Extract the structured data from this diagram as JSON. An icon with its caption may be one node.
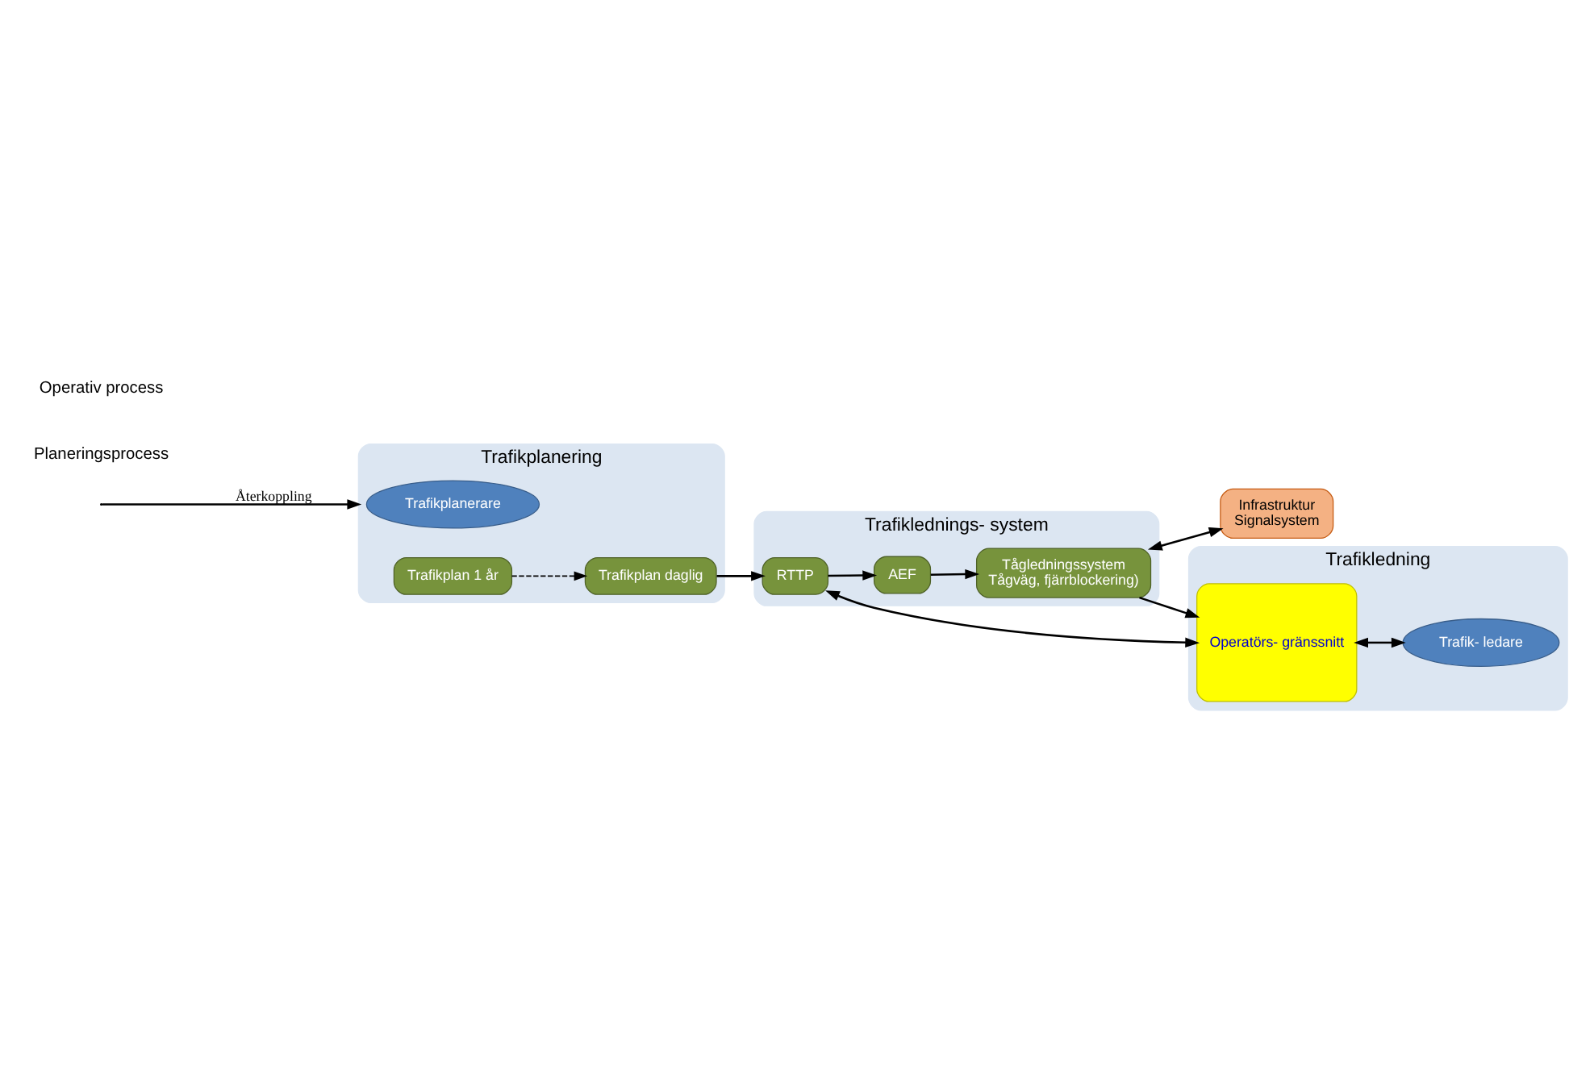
{
  "diagram": {
    "nodes": [
      {
        "text": [
          "Trafikplanering"
        ]
      },
      {
        "text": [
          "Trafikplanerare"
        ],
        "in": 0
      },
      {
        "text": [
          "Trafikplan 1 år"
        ],
        "in": 0
      },
      {
        "text": [
          "Trafikplan daglig"
        ],
        "in": 0
      },
      {
        "text": [
          "Infrastruktur",
          "Signalsystem"
        ]
      },
      {
        "text": [
          "Trafiklednings- system"
        ]
      },
      {
        "text": [
          "Tågledningssystem",
          "Tågväg, fjärrblockering)"
        ],
        "in": 5
      },
      {
        "text": [
          "AEF"
        ],
        "in": 5
      },
      {
        "text": [
          "RTTP"
        ],
        "in": 5
      },
      {
        "text": [
          "Trafikledning"
        ]
      },
      {
        "text": [
          "Operatörs- gränssnitt"
        ],
        "in": 9
      },
      {
        "text": [
          "Trafik- ledare"
        ],
        "in": 9
      }
    ],
    "edges": [
      {
        "from": 2,
        "to": 3,
        "arrow": "to",
        "style": "dashed"
      },
      {
        "from": 3,
        "to": 8,
        "arrow": "to"
      },
      {
        "from": 8,
        "to": 7,
        "arrow": "to"
      },
      {
        "from": 7,
        "to": 6,
        "arrow": "to"
      },
      {
        "from": 6,
        "to": 4,
        "arrow": "both"
      },
      {
        "from": 6,
        "to": 10,
        "arrow": "to"
      },
      {
        "from": 8,
        "to": 10,
        "arrow": "both"
      },
      {
        "from": 10,
        "to": 11,
        "arrow": "both"
      },
      {
        "from": null,
        "to": 0,
        "arrow": "to",
        "label": "Återkoppling"
      }
    ],
    "labels": [
      "Planeringsprocess",
      "Operativ process"
    ]
  }
}
